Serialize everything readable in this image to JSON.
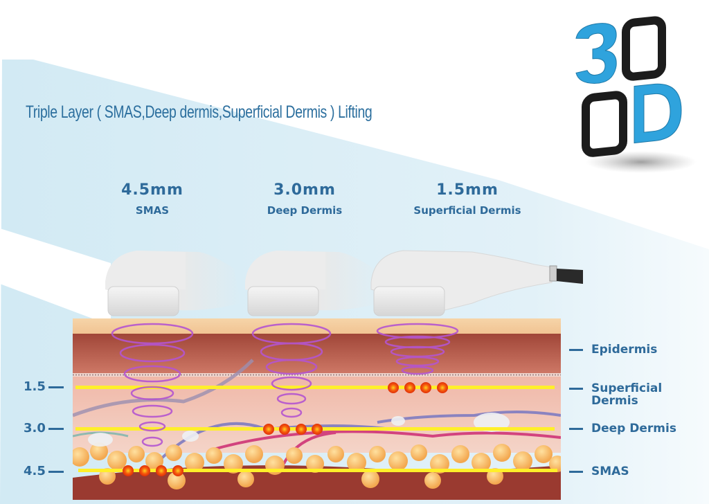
{
  "title": "Triple Layer ( SMAS,Deep dermis,Superficial Dermis ) Lifting",
  "logo": {
    "line1_a": "3",
    "line1_b": "D",
    "line2_a": "D",
    "line2_b": "D",
    "text": "3D"
  },
  "columns": [
    {
      "depth": "4.5mm",
      "label": "SMAS"
    },
    {
      "depth": "3.0mm",
      "label": "Deep Dermis"
    },
    {
      "depth": "1.5mm",
      "label": "Superficial Dermis"
    }
  ],
  "layer_labels": {
    "epidermis": "Epidermis",
    "superficial_line1": "Superficial",
    "superficial_line2": "Dermis",
    "deep": "Deep Dermis",
    "smas": "SMAS"
  },
  "depth_ticks": [
    "1.5",
    "3.0",
    "4.5"
  ],
  "colors": {
    "text_blue": "#2e6a9a",
    "bg_blue": "#d3ebf4",
    "focus_line": "#ffef2a",
    "focus_point": "#f5590d",
    "wave": "#b455d0",
    "logo_blue": "#2fa3dd"
  }
}
